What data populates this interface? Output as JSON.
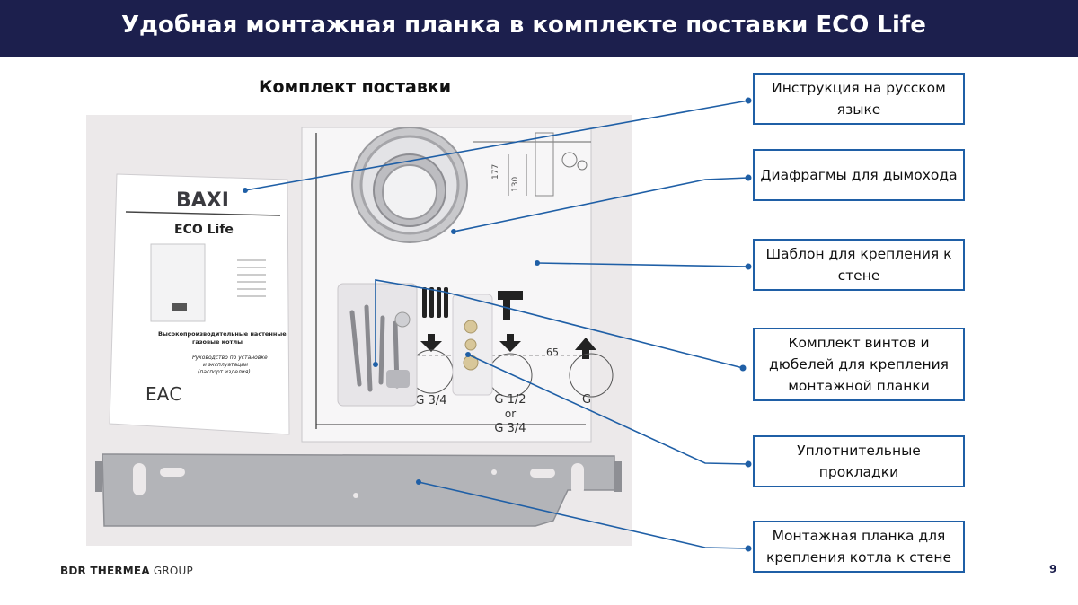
{
  "slide": {
    "title": "Удобная монтажная планка в комплекте поставки ECO Life",
    "subtitle": "Комплект поставки",
    "page_number": "9"
  },
  "footer": {
    "brand_bold": "BDR THERMEA",
    "brand_light": "GROUP"
  },
  "photo": {
    "manual_brand": "BAXI",
    "manual_model": "ECO Life",
    "manual_desc_1": "Высокопроизводительные настенные",
    "manual_desc_2": "газовые котлы",
    "manual_guide_1": "Руководство по установке",
    "manual_guide_2": "и эксплуатации",
    "manual_guide_3": "(паспорт изделия)",
    "manual_mark": "ЕАС",
    "template_label_1": "G 3/4",
    "template_label_2a": "G 1/2",
    "template_label_2b": "or",
    "template_label_2c": "G 3/4",
    "template_label_3": "G",
    "template_dim": "65",
    "template_dim_v1": "177",
    "template_dim_v2": "130"
  },
  "callouts": [
    {
      "label": "Инструкция на русском языке"
    },
    {
      "label": "Диафрагмы для дымохода"
    },
    {
      "label": "Шаблон для крепления к стене"
    },
    {
      "label": "Комплект винтов и дюбелей для крепления монтажной планки"
    },
    {
      "label": "Уплотнительные прокладки"
    },
    {
      "label": "Монтажная планка для крепления котла к стене"
    }
  ],
  "colors": {
    "header_bg": "#1c1f4d",
    "accent": "#1f5fa6"
  }
}
